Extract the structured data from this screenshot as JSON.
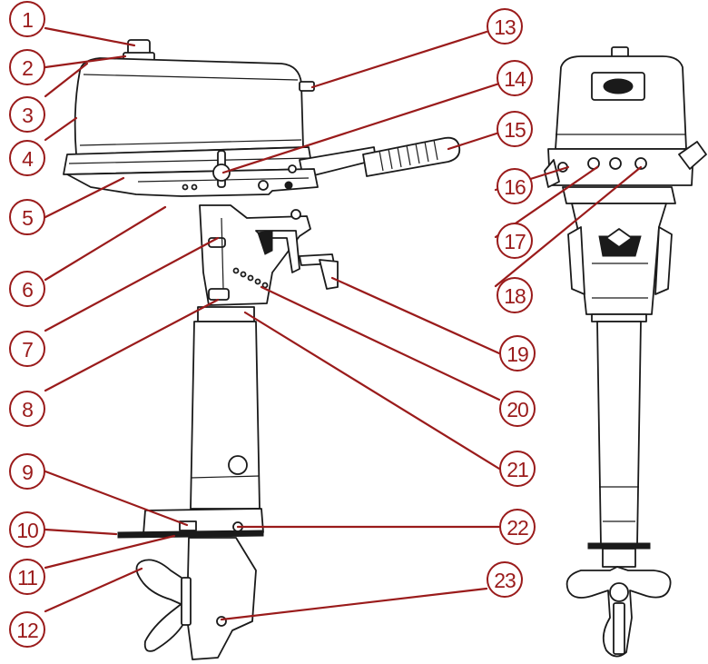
{
  "callouts": [
    {
      "id": "1",
      "label": "1"
    },
    {
      "id": "2",
      "label": "2"
    },
    {
      "id": "3",
      "label": "3"
    },
    {
      "id": "4",
      "label": "4"
    },
    {
      "id": "5",
      "label": "5"
    },
    {
      "id": "6",
      "label": "6"
    },
    {
      "id": "7",
      "label": "7"
    },
    {
      "id": "8",
      "label": "8"
    },
    {
      "id": "9",
      "label": "9"
    },
    {
      "id": "10",
      "label": "10"
    },
    {
      "id": "11",
      "label": "11"
    },
    {
      "id": "12",
      "label": "12"
    },
    {
      "id": "13",
      "label": "13"
    },
    {
      "id": "14",
      "label": "14"
    },
    {
      "id": "15",
      "label": "15"
    },
    {
      "id": "16",
      "label": "16"
    },
    {
      "id": "17",
      "label": "17"
    },
    {
      "id": "18",
      "label": "18"
    },
    {
      "id": "19",
      "label": "19"
    },
    {
      "id": "20",
      "label": "20"
    },
    {
      "id": "21",
      "label": "21"
    },
    {
      "id": "22",
      "label": "22"
    },
    {
      "id": "23",
      "label": "23"
    }
  ],
  "colors": {
    "callout": "#9a1b1b",
    "outline": "#1a1a1a",
    "background": "#ffffff"
  }
}
